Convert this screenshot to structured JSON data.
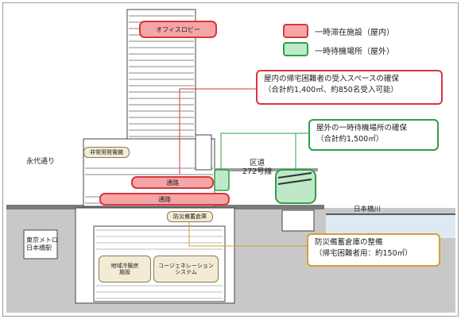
{
  "legend": {
    "indoor": "一時滞在施設（屋内）",
    "outdoor": "一時待機場所（屋外）"
  },
  "colors": {
    "indoor_fill": "#f4a6a6",
    "indoor_stroke": "#d9363e",
    "outdoor_fill": "#bfe8c8",
    "outdoor_stroke": "#2e9e4a",
    "storage_stroke": "#d4a037",
    "ground": "#c8c8c8",
    "building": "#b0b0b0"
  },
  "labels": {
    "office_lobby": "オフィスロビー",
    "passage_upper": "通路",
    "passage_lower": "通路",
    "emergency_generator": "非常用発電機",
    "storage": "防災備蓄倉庫",
    "district_cooling": "地域冷暖房\n施設",
    "cogeneration": "コージェネレーション\nシステム",
    "eitai_street": "永代通り",
    "ward_road": "区道\n272号線",
    "nihonbashi_river": "日本橋川",
    "metro_station": "東京メトロ\n日本橋駅"
  },
  "callouts": {
    "indoor": {
      "line1": "屋内の帰宅困難者の受入スペースの確保",
      "line2": "（合計約1,400㎡、約850名受入可能）"
    },
    "outdoor": {
      "line1": "屋外の一時待機場所の確保",
      "line2": "（合計約1,500㎡）"
    },
    "storage": {
      "line1": "防災備蓄倉庫の整備",
      "line2": "（帰宅困難者用：約150㎡）"
    }
  }
}
